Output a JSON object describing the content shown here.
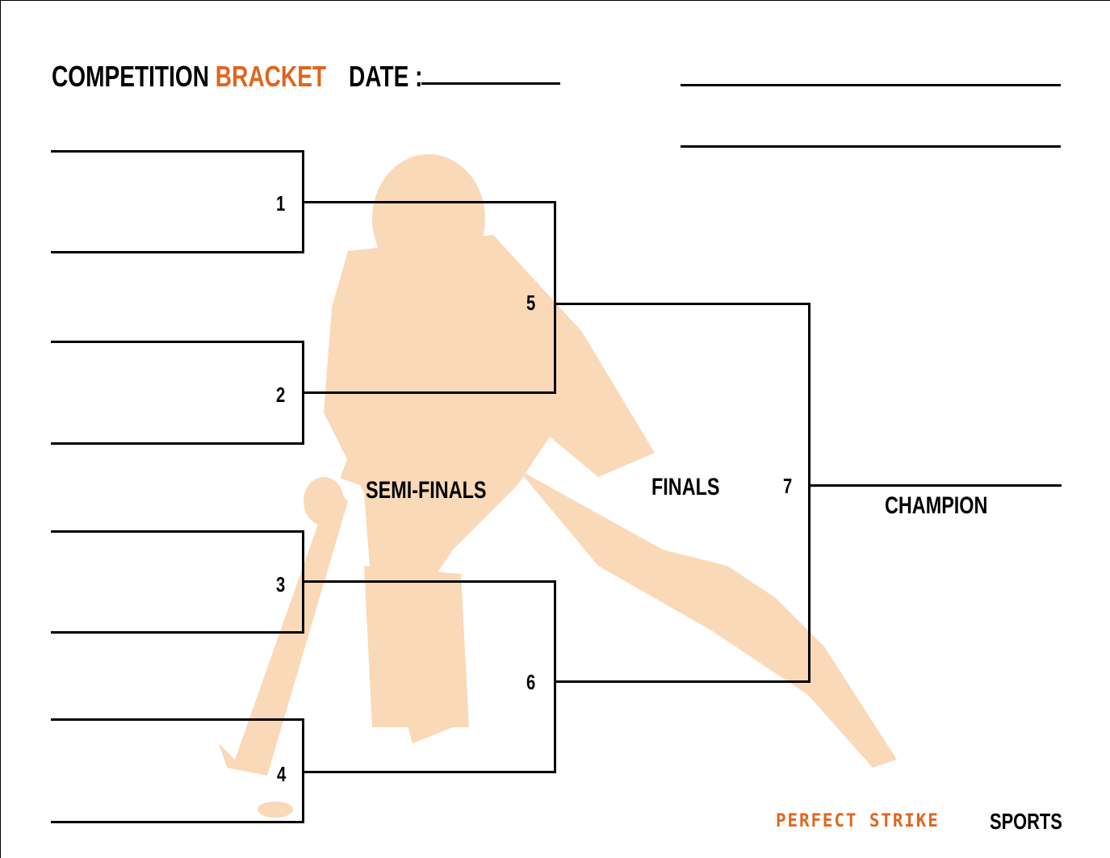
{
  "header": {
    "title_black": "COMPETITION",
    "title_orange": "BRACKET",
    "date_label": "DATE :"
  },
  "seeds": [
    "1",
    "2",
    "3",
    "4"
  ],
  "matches": {
    "m5": "5",
    "m6": "6",
    "m7": "7"
  },
  "rounds": {
    "semi": "SEMI-FINALS",
    "finals": "FINALS",
    "champion": "CHAMPION"
  },
  "footer": {
    "brand_orange": "PERFECT STRIKE",
    "brand_black": "SPORTS"
  },
  "colors": {
    "accent": "#e0661e",
    "watermark": "#fad9b8"
  }
}
